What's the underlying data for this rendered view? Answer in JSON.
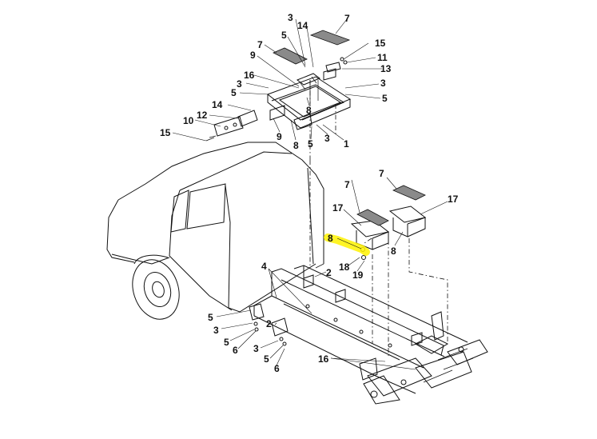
{
  "diagram": {
    "highlight_color": "#fff200",
    "callouts": [
      {
        "id": "c-3-a",
        "text": "3"
      },
      {
        "id": "c-14-a",
        "text": "14"
      },
      {
        "id": "c-7-a",
        "text": "7"
      },
      {
        "id": "c-5-a",
        "text": "5"
      },
      {
        "id": "c-7-b",
        "text": "7"
      },
      {
        "id": "c-15-a",
        "text": "15"
      },
      {
        "id": "c-9-a",
        "text": "9"
      },
      {
        "id": "c-11-a",
        "text": "11"
      },
      {
        "id": "c-13-a",
        "text": "13"
      },
      {
        "id": "c-16-a",
        "text": "16"
      },
      {
        "id": "c-3-b",
        "text": "3"
      },
      {
        "id": "c-3-c",
        "text": "3"
      },
      {
        "id": "c-5-b",
        "text": "5"
      },
      {
        "id": "c-5-c",
        "text": "5"
      },
      {
        "id": "c-8-a",
        "text": "8"
      },
      {
        "id": "c-14-b",
        "text": "14"
      },
      {
        "id": "c-12-a",
        "text": "12"
      },
      {
        "id": "c-10-a",
        "text": "10"
      },
      {
        "id": "c-15-b",
        "text": "15"
      },
      {
        "id": "c-9-b",
        "text": "9"
      },
      {
        "id": "c-8-b",
        "text": "8"
      },
      {
        "id": "c-5-d",
        "text": "5"
      },
      {
        "id": "c-3-d",
        "text": "3"
      },
      {
        "id": "c-1-a",
        "text": "1"
      },
      {
        "id": "c-7-c",
        "text": "7"
      },
      {
        "id": "c-7-d",
        "text": "7"
      },
      {
        "id": "c-17-a",
        "text": "17"
      },
      {
        "id": "c-17-b",
        "text": "17"
      },
      {
        "id": "c-8-c",
        "text": "8"
      },
      {
        "id": "c-8-d",
        "text": "8"
      },
      {
        "id": "c-18-a",
        "text": "18"
      },
      {
        "id": "c-19-a",
        "text": "19"
      },
      {
        "id": "c-4-a",
        "text": "4"
      },
      {
        "id": "c-2-a",
        "text": "2"
      },
      {
        "id": "c-5-e",
        "text": "5"
      },
      {
        "id": "c-3-e",
        "text": "3"
      },
      {
        "id": "c-5-f",
        "text": "5"
      },
      {
        "id": "c-6-a",
        "text": "6"
      },
      {
        "id": "c-2-b",
        "text": "2"
      },
      {
        "id": "c-3-f",
        "text": "3"
      },
      {
        "id": "c-5-g",
        "text": "5"
      },
      {
        "id": "c-6-b",
        "text": "6"
      },
      {
        "id": "c-16-b",
        "text": "16"
      }
    ]
  }
}
